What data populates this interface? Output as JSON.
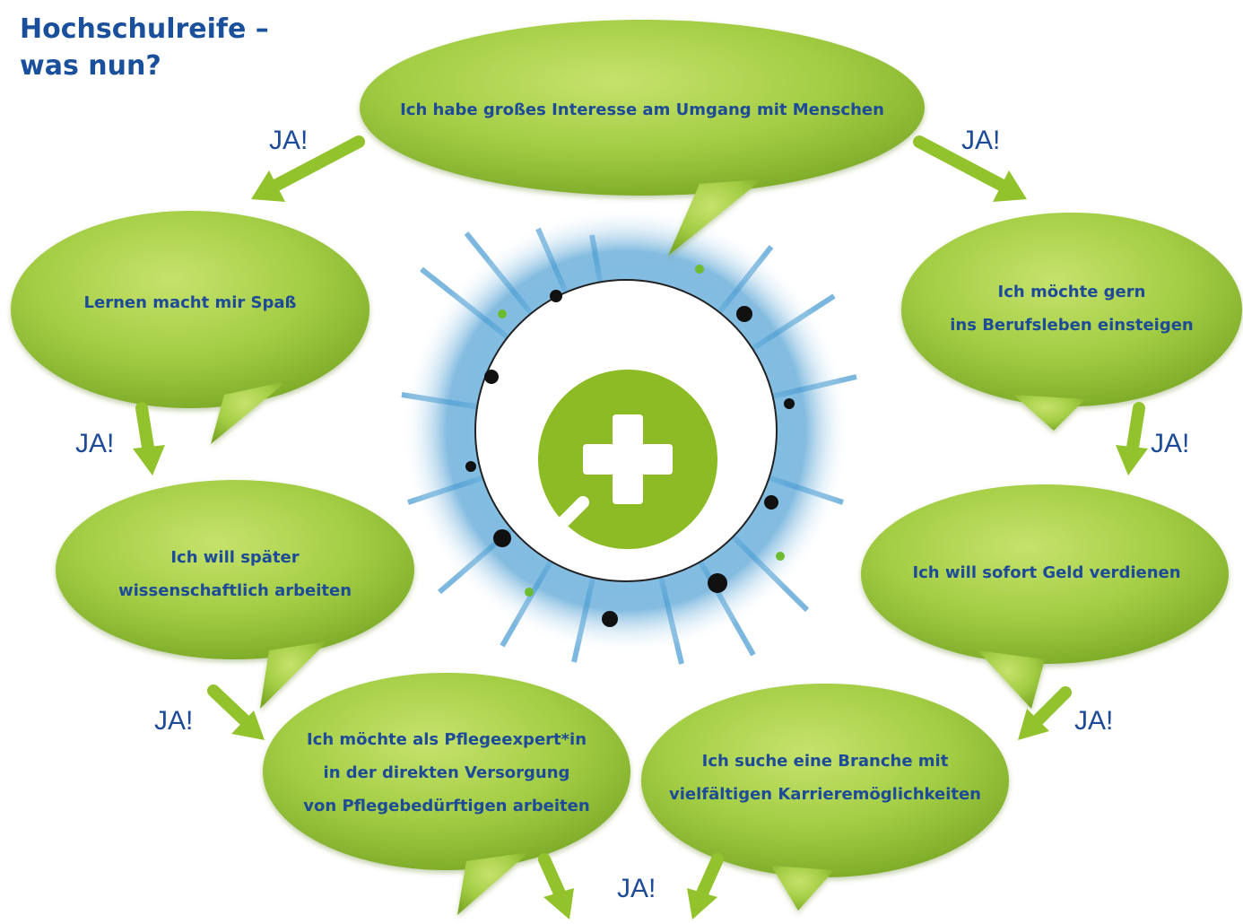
{
  "title": {
    "line1": "Hochschulreife –",
    "line2": "was nun?"
  },
  "bubbles": {
    "top": {
      "lines": [
        "Ich habe großes Interesse am Umgang mit Menschen"
      ]
    },
    "left1": {
      "lines": [
        "Lernen macht mir Spaß"
      ]
    },
    "left2": {
      "lines": [
        "Ich will später",
        "wissenschaftlich arbeiten"
      ]
    },
    "left3": {
      "lines": [
        "Ich möchte als Pflegeexpert*in",
        "in der direkten Versorgung",
        "von Pflegebedürftigen arbeiten"
      ]
    },
    "right1": {
      "lines": [
        "Ich möchte gern",
        "ins Berufsleben einsteigen"
      ]
    },
    "right2": {
      "lines": [
        "Ich will sofort Geld verdienen"
      ]
    },
    "right3": {
      "lines": [
        "Ich suche eine Branche mit",
        "vielfältigen Karrieremöglichkeiten"
      ]
    }
  },
  "ja_labels": {
    "top_left": "JA!",
    "top_right": "JA!",
    "left_1": "JA!",
    "right_1": "JA!",
    "left_2": "JA!",
    "right_2": "JA!",
    "bottom": "JA!"
  },
  "colors": {
    "bubble_light": "#b8d95a",
    "bubble_mid": "#9cc83e",
    "bubble_dark": "#6f9f20",
    "text_blue": "#1d4b97",
    "arrow_green": "#92c32c",
    "splash_blue": "#5aa6d6",
    "logo_green": "#8dbb25"
  },
  "icons": {
    "center_logo": "plus-logo-icon"
  }
}
